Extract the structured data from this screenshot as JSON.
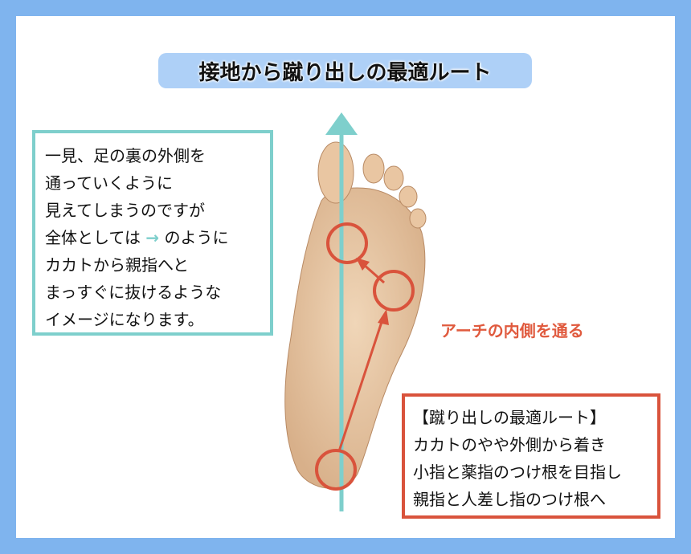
{
  "title": "接地から蹴り出しの最適ルート",
  "left_box": {
    "lines": [
      "一見、足の裏の外側を",
      "通っていくように",
      "見えてしまうのですが",
      "全体としては",
      "のように",
      "カカトから親指へと",
      "まっすぐに抜けるような",
      "イメージになります。"
    ],
    "inline_arrow": "→"
  },
  "arch_label": "アーチの内側を通る",
  "red_box": {
    "lines": [
      "【蹴り出しの最適ルート】",
      "カカトのやや外側から着き",
      "小指と薬指のつけ根を目指し",
      "親指と人差し指のつけ根へ"
    ]
  },
  "colors": {
    "frame": "#7fb4ee",
    "title_bg": "#aed0f7",
    "teal": "#7ecfcc",
    "red": "#d9533c"
  }
}
